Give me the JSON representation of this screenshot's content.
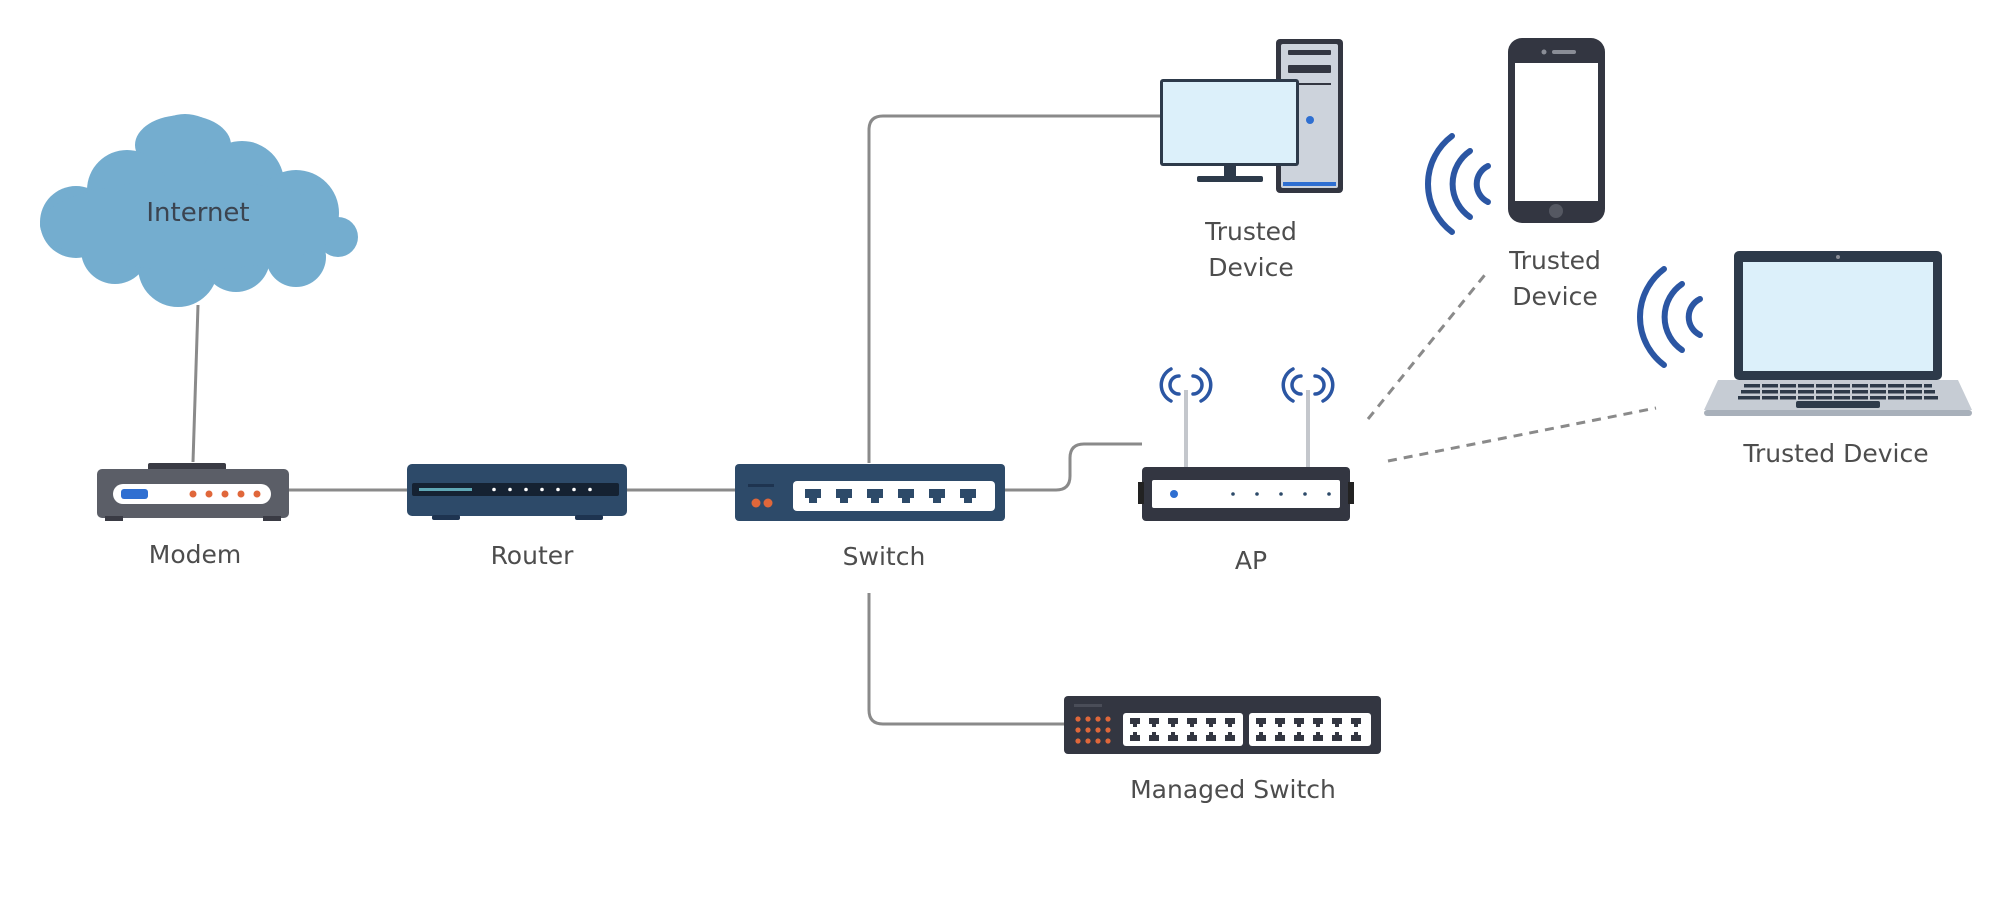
{
  "nodes": {
    "internet": {
      "label": "Internet"
    },
    "modem": {
      "label": "Modem"
    },
    "router": {
      "label": "Router"
    },
    "switch": {
      "label": "Switch"
    },
    "ap": {
      "label": "AP"
    },
    "managed_switch": {
      "label": "Managed Switch"
    },
    "desktop": {
      "label_line1": "Trusted",
      "label_line2": "Device"
    },
    "phone": {
      "label_line1": "Trusted",
      "label_line2": "Device"
    },
    "laptop": {
      "label": "Trusted Device"
    }
  },
  "connections": [
    {
      "from": "internet",
      "to": "modem",
      "type": "wired"
    },
    {
      "from": "modem",
      "to": "router",
      "type": "wired"
    },
    {
      "from": "router",
      "to": "switch",
      "type": "wired"
    },
    {
      "from": "switch",
      "to": "desktop",
      "type": "wired"
    },
    {
      "from": "switch",
      "to": "ap",
      "type": "wired"
    },
    {
      "from": "switch",
      "to": "managed_switch",
      "type": "wired"
    },
    {
      "from": "ap",
      "to": "phone",
      "type": "wireless"
    },
    {
      "from": "ap",
      "to": "laptop",
      "type": "wireless"
    }
  ],
  "colors": {
    "cloud": "#74adcf",
    "wire": "#8a8a8a",
    "navy": "#2c4a6b",
    "dark": "#333641",
    "wifi": "#2b56a3",
    "screen": "#dcf0fa",
    "port_orange": "#e0673a"
  },
  "icons": {
    "internet": "cloud-icon",
    "modem": "modem-icon",
    "router": "router-icon",
    "switch": "switch-icon",
    "ap": "access-point-icon",
    "managed_switch": "managed-switch-icon",
    "desktop": "desktop-computer-icon",
    "phone": "smartphone-icon",
    "laptop": "laptop-icon"
  }
}
